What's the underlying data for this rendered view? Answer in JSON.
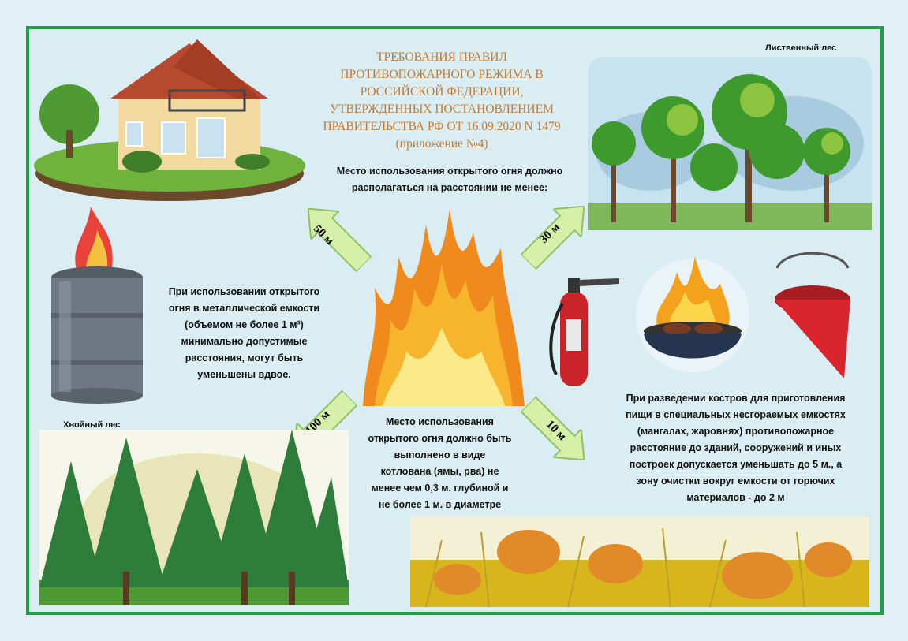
{
  "title": {
    "lines": [
      "ТРЕБОВАНИЯ ПРАВИЛ",
      "ПРОТИВОПОЖАРНОГО РЕЖИМА В",
      "РОССИЙСКОЙ ФЕДЕРАЦИИ,",
      "УТВЕРЖДЕННЫХ  ПОСТАНОВЛЕНИЕМ",
      "ПРАВИТЕЛЬСТВА РФ ОТ 16.09.2020 N 1479",
      "(приложение №4)"
    ]
  },
  "subtitle": [
    "Место использования открытого огня должно",
    "располагаться на расстоянии не менее:"
  ],
  "labels": {
    "deciduous": "Лиственный лес",
    "coniferous": "Хвойный лес"
  },
  "distances": {
    "house": "50 м",
    "deciduous": "30 м",
    "coniferous": "100 м",
    "grass": "10 м"
  },
  "metal_container_text": [
    "При использовании открытого",
    "огня в металлической емкости",
    "(объемом не более 1 м³)",
    "минимально допустимые",
    "расстояния, могут быть",
    "уменьшены вдвое."
  ],
  "pit_text": [
    "Место использования",
    "открытого огня должно быть",
    "выполнено в виде",
    "котлована (ямы, рва) не",
    "менее чем 0,3 м. глубиной и",
    "не более 1 м. в диаметре"
  ],
  "grill_text": [
    "При разведении костров для приготовления",
    "пищи в специальных несгораемых емкостях",
    "(мангалах, жаровнях) противопожарное",
    "расстояние до зданий, сооружений и иных",
    "построек допускается уменьшать до 5 м., а",
    "зону очистки вокруг емкости от горючих",
    "материалов - до 2 м"
  ],
  "colors": {
    "border": "#1e9e45",
    "title": "#c27a33",
    "arrow_fill": "#d6f0aa"
  }
}
